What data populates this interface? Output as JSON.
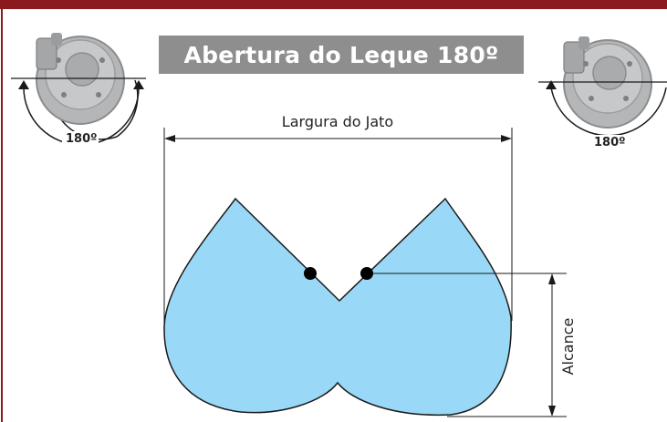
{
  "title": "Abertura do Leque 180º",
  "labels": {
    "jet_width": "Largura do Jato",
    "range": "Alcance"
  },
  "sprinklers": [
    {
      "angle_label": "180º"
    },
    {
      "angle_label": "180º"
    }
  ],
  "colors": {
    "accent_bar": "#8b1a1f",
    "title_bg": "#8e8e8e",
    "spray_fill": "#99d8f6",
    "sprinkler_body": "#b4b6b8"
  }
}
